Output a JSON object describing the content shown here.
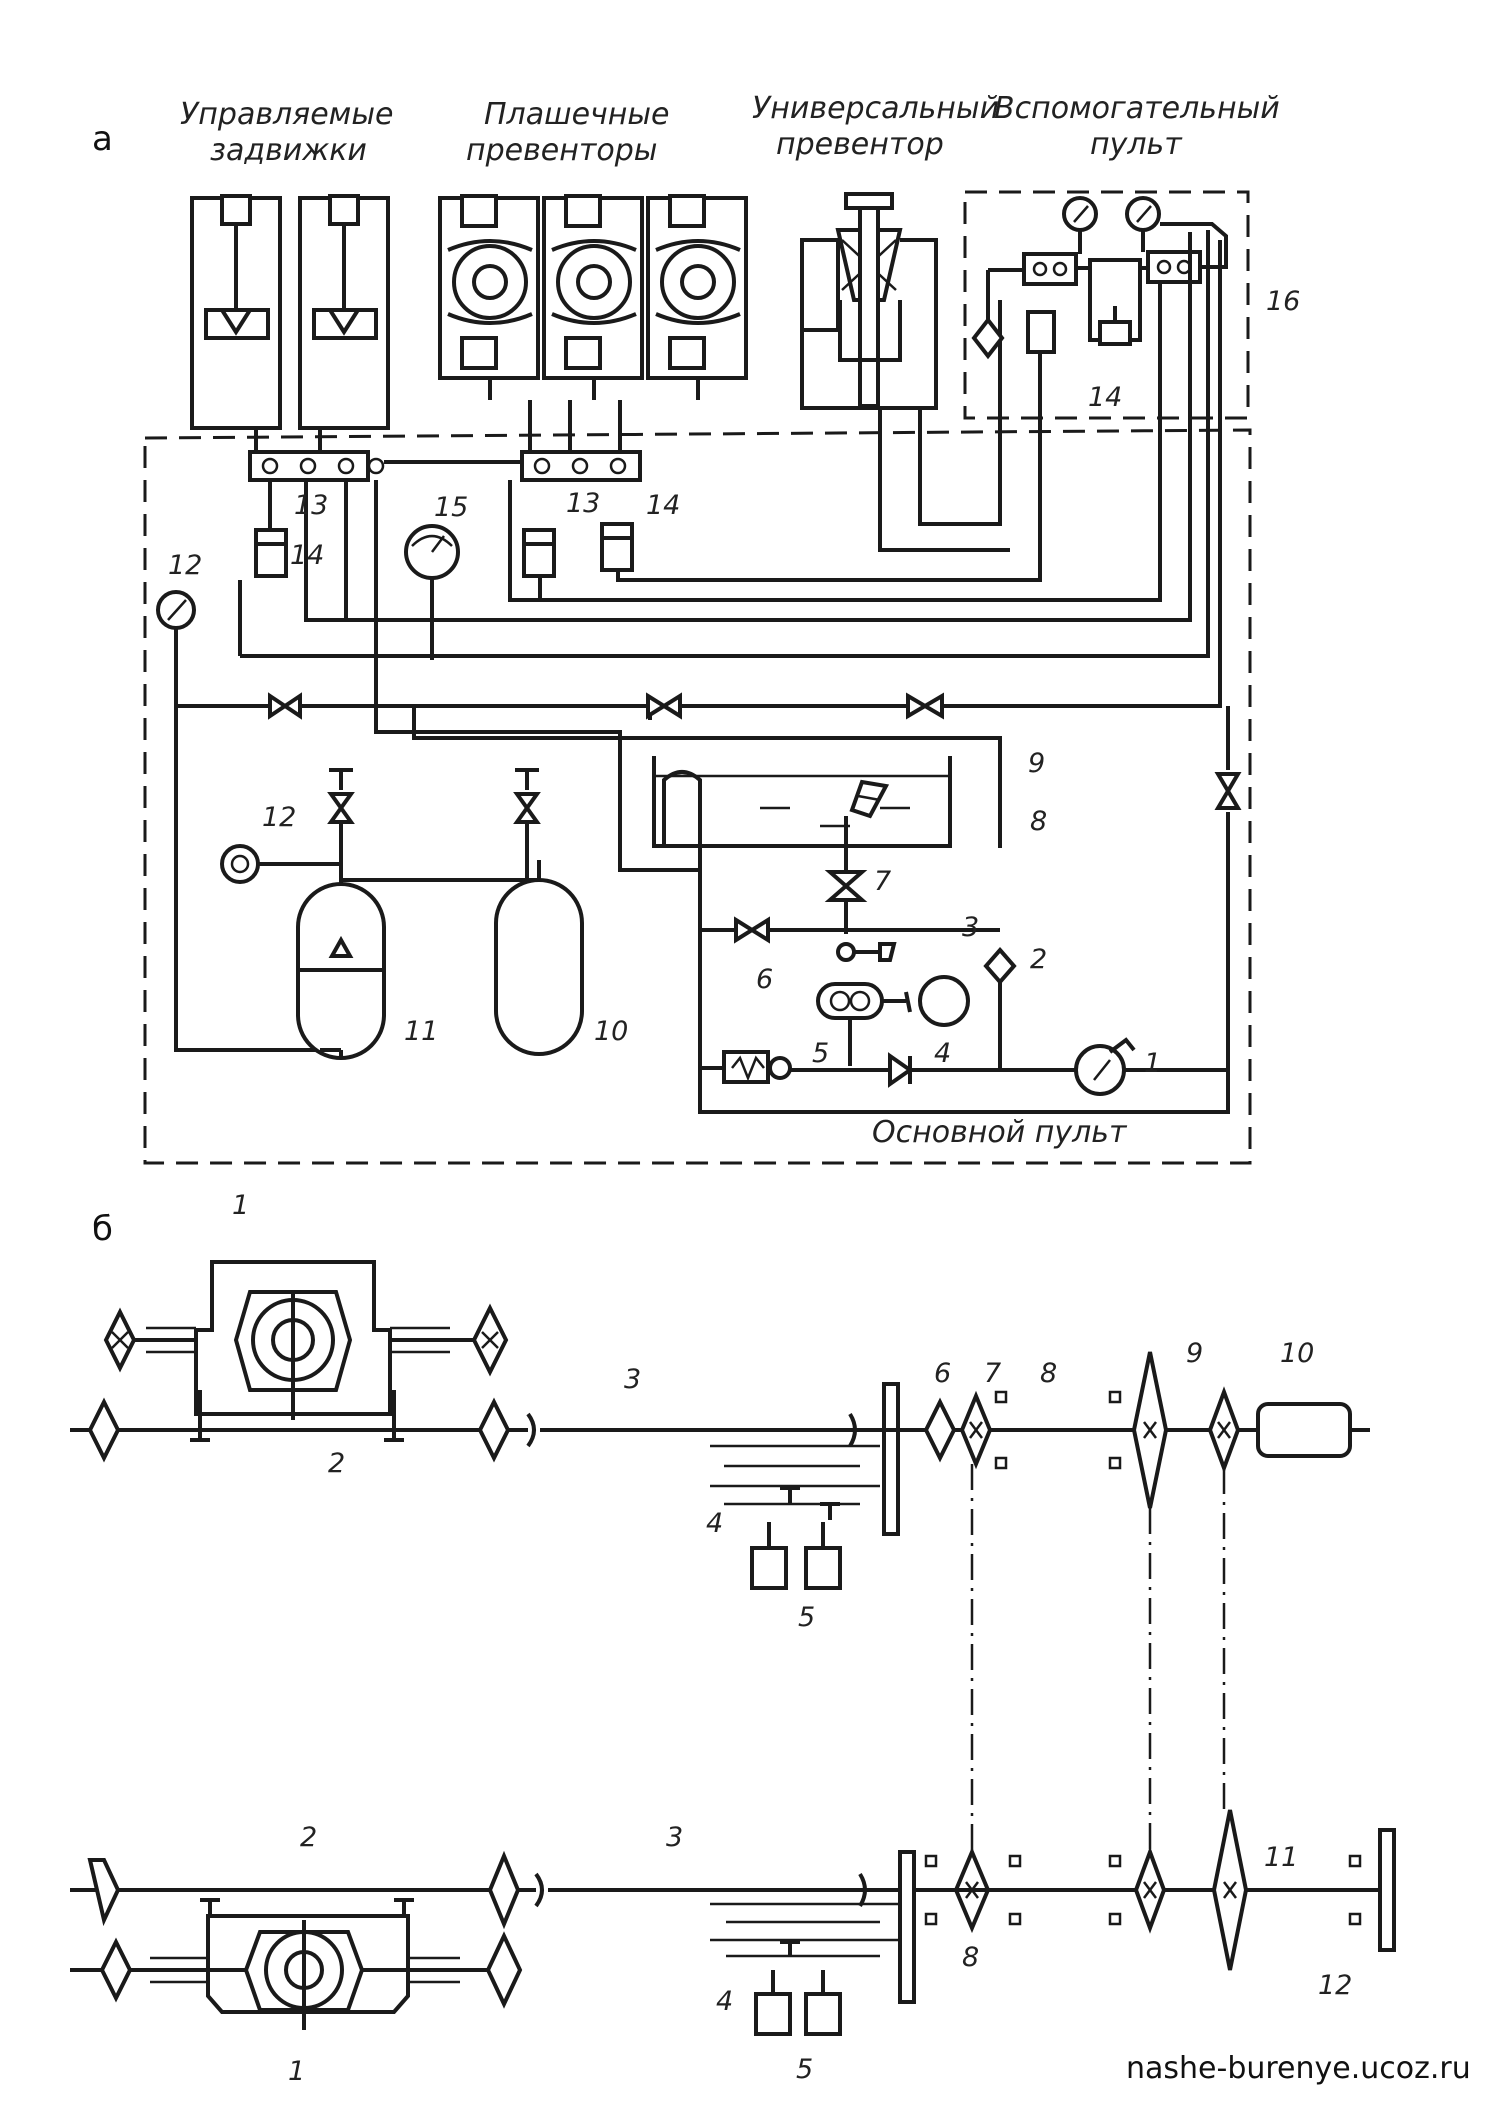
{
  "section_a": {
    "marker": "а",
    "headers": {
      "gates": [
        "Управляемые",
        "задвижки"
      ],
      "ram_preventers": [
        "Плашечные",
        "превенторы"
      ],
      "universal": [
        "Универсальный",
        "превентор"
      ],
      "aux_panel": [
        "Вспомогательный",
        "пульт"
      ]
    },
    "main_panel": "Основной пульт",
    "callouts": [
      "1",
      "2",
      "3",
      "4",
      "5",
      "6",
      "7",
      "8",
      "9",
      "10",
      "11",
      "12",
      "12",
      "13",
      "13",
      "14",
      "14",
      "14",
      "15",
      "16"
    ]
  },
  "section_b": {
    "marker": "б",
    "top_callouts": [
      "1",
      "2",
      "3",
      "4",
      "5",
      "6",
      "7",
      "8",
      "9",
      "10"
    ],
    "bottom_callouts": [
      "1",
      "2",
      "3",
      "4",
      "5",
      "8",
      "11",
      "12"
    ]
  },
  "watermark": "nashe-burenye.ucoz.ru"
}
